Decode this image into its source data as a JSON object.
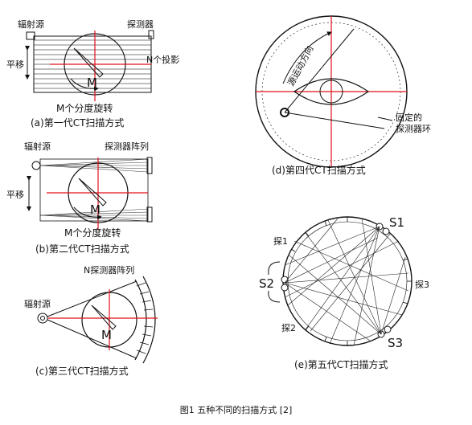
{
  "caption": "图1 五种不同的扫描方式 [2]",
  "panel_a": {
    "source_label": "辐射源",
    "detector_label": "探测器",
    "translate_label": "平移",
    "projection_label": "N个投影",
    "m_label": "M",
    "rotate_label": "M个分度旋转",
    "caption": "(a)第一代CT扫描方式"
  },
  "panel_b": {
    "source_label": "辐射源",
    "detector_label": "探测器阵列",
    "translate_label": "平移",
    "m_label": "M",
    "rotate_label": "M个分度旋转",
    "caption": "(b)第二代CT扫描方式"
  },
  "panel_c": {
    "array_label": "N探测器阵列",
    "source_label": "辐射源",
    "m_label": "M",
    "caption": "(c)第三代CT扫描方式"
  },
  "panel_d": {
    "motion_label": "源运动方向",
    "ring_label_1": "固定的",
    "ring_label_2": "探测器环",
    "caption": "(d)第四代CT扫描方式"
  },
  "panel_e": {
    "s1": "S1",
    "s2": "S2",
    "s3": "S3",
    "det1": "探1",
    "det2": "探2",
    "det3": "探3",
    "caption": "(e)第五代CT扫描方式"
  },
  "colors": {
    "line": "#111111",
    "red": "#e0101a"
  }
}
